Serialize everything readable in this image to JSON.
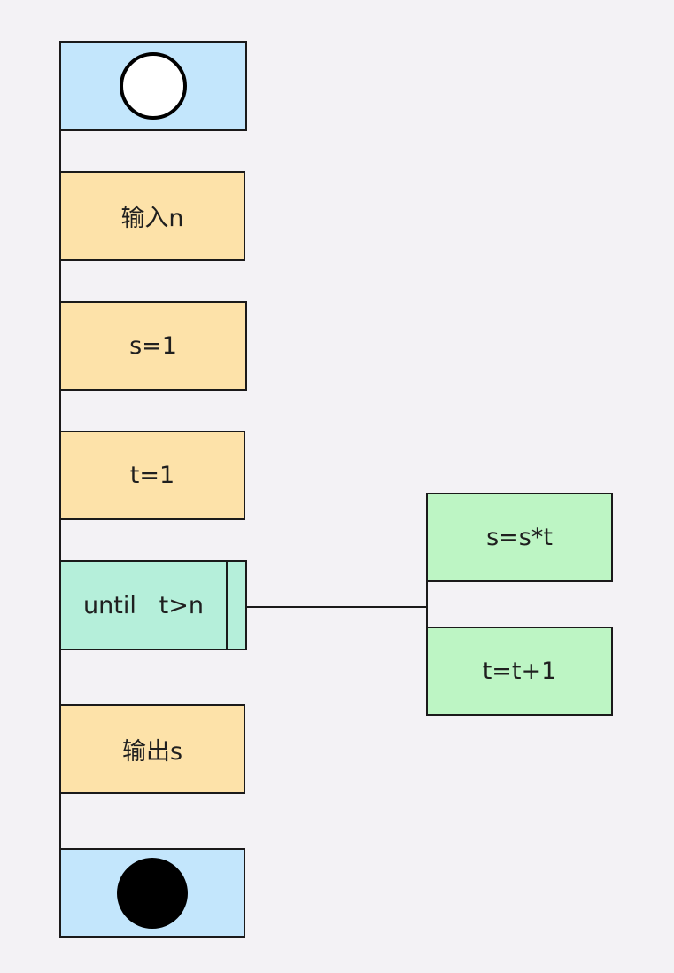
{
  "diagram": {
    "start_symbol": "start-node-circle",
    "end_symbol": "end-node-filled-circle",
    "steps": [
      {
        "label": "输入n"
      },
      {
        "label": "s=1"
      },
      {
        "label": "t=1"
      },
      {
        "label": "until   t>n"
      },
      {
        "label": "输出s"
      }
    ],
    "loop_body": [
      {
        "label": "s=s*t"
      },
      {
        "label": "t=t+1"
      }
    ]
  }
}
